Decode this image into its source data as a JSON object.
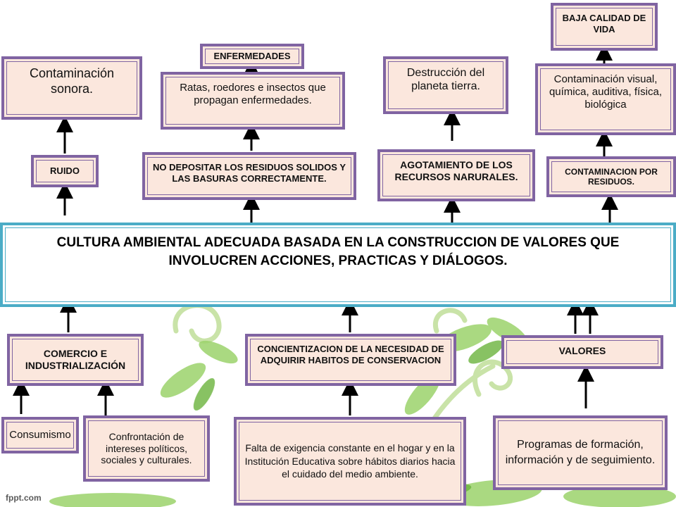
{
  "central": "CULTURA AMBIENTAL ADECUADA BASADA EN LA CONSTRUCCION DE VALORES QUE INVOLUCREN ACCIONES, PRACTICAS Y DIÁLOGOS.",
  "top_boxes": {
    "contaminacion_sonora": "Contaminación sonora.",
    "ruido": "RUIDO",
    "enfermedades": "ENFERMEDADES",
    "ratas": "Ratas, roedores e insectos que propagan enfermedades.",
    "no_depositar": "NO DEPOSITAR LOS RESIDUOS SOLIDOS Y LAS BASURAS CORRECTAMENTE.",
    "destruccion": "Destrucción del planeta tierra.",
    "agotamiento": "AGOTAMIENTO DE LOS RECURSOS NARURALES.",
    "baja_calidad": "BAJA CALIDAD DE VIDA",
    "contaminacion_visual": "Contaminación visual, química, auditiva, física, biológica",
    "contaminacion_residuos": "CONTAMINACION POR RESIDUOS."
  },
  "bottom_boxes": {
    "comercio": "COMERCIO E INDUSTRIALIZACIÓN",
    "consumismo": "Consumismo",
    "confrontacion": "Confrontación de intereses políticos, sociales y culturales.",
    "concientizacion": "CONCIENTIZACION DE LA NECESIDAD DE ADQUIRIR HABITOS DE CONSERVACION",
    "falta_exigencia": "Falta de exigencia constante en el hogar y en la Institución Educativa sobre hábitos diarios hacia el cuidado del medio ambiente.",
    "valores": "VALORES",
    "programas": "Programas de formación, información y de seguimiento."
  },
  "footer": "fppt.com",
  "colors": {
    "box_border": "#8064a2",
    "box_fill": "#fbe7dd",
    "central_border": "#4bacc6",
    "leaf": "#7cc143"
  }
}
